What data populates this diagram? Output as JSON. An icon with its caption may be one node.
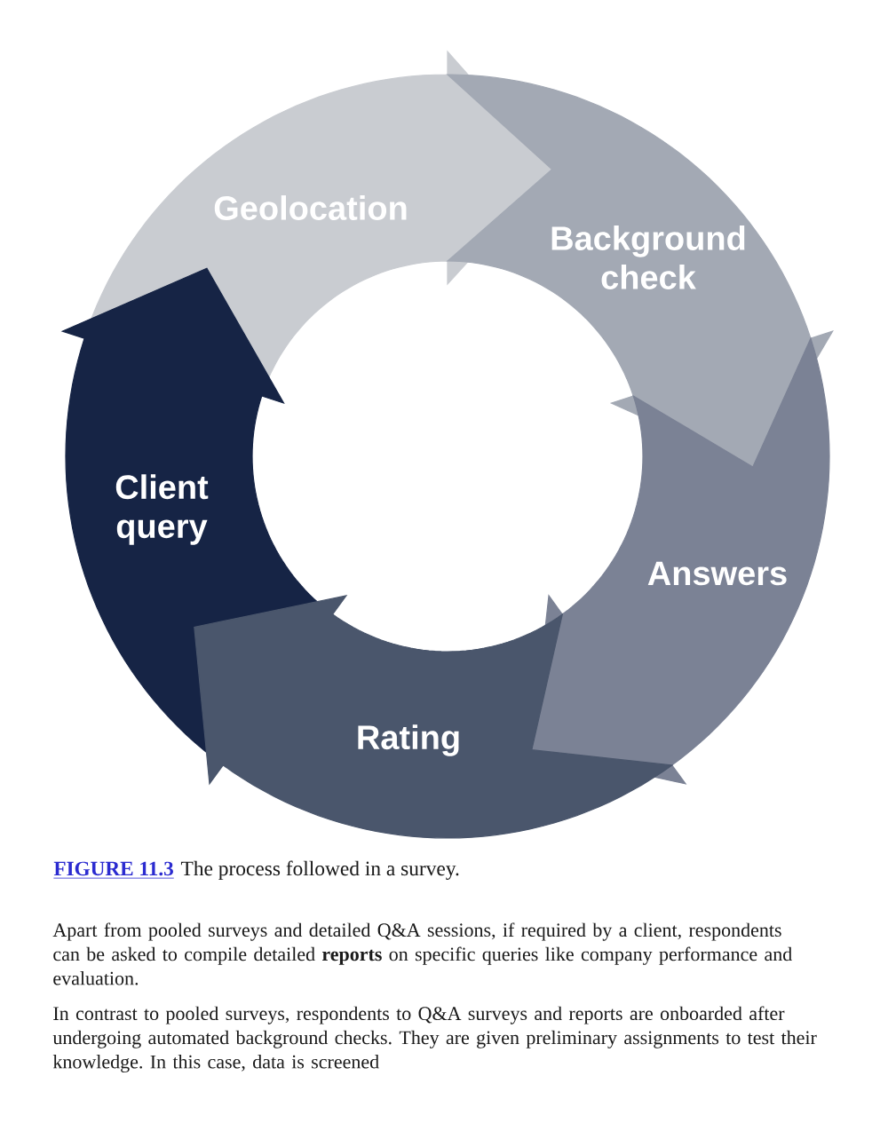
{
  "diagram": {
    "caption": "The process followed in a survey.",
    "nodes": [
      {
        "text": [
          "Geolocation"
        ]
      },
      {
        "text": [
          "Background check"
        ]
      },
      {
        "text": [
          "Client query"
        ]
      },
      {
        "text": [
          "Answers"
        ]
      },
      {
        "text": [
          "Rating"
        ]
      }
    ],
    "labels": [
      "FIGURE 11.3",
      "Apart from pooled surveys and detailed Q&A sessions, if required by a client, respondents can be asked to compile detailed **reports** on specific queries like company performance and evaluation.",
      "In contrast to pooled surveys, respondents to Q&A surveys and reports are onboarded after undergoing automated background checks. They are given preliminary assignments to test their knowledge. In this case, data is screened"
    ]
  }
}
